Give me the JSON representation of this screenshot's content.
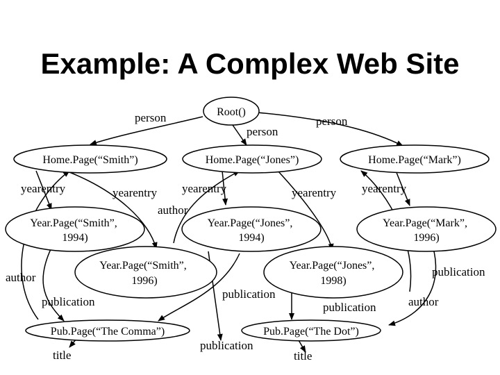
{
  "title": "Example: A Complex Web Site",
  "nodes": {
    "root": [
      "Root()"
    ],
    "home_smith": [
      "Home.Page(“Smith”)"
    ],
    "home_jones": [
      "Home.Page(“Jones”)"
    ],
    "home_mark": [
      "Home.Page(“Mark”)"
    ],
    "year_smith_1994": [
      "Year.Page(“Smith”,",
      "1994)"
    ],
    "year_jones_1994": [
      "Year.Page(“Jones”,",
      "1994)"
    ],
    "year_mark_1996": [
      "Year.Page(“Mark”,",
      "1996)"
    ],
    "year_smith_1996": [
      "Year.Page(“Smith”,",
      "1996)"
    ],
    "year_jones_1998": [
      "Year.Page(“Jones”,",
      "1998)"
    ],
    "pub_comma": [
      "Pub.Page(“The Comma”)"
    ],
    "pub_dot": [
      "Pub.Page(“The Dot”)"
    ]
  },
  "edge_labels": {
    "person_smith": "person",
    "person_jones": "person",
    "person_mark": "person",
    "yearentry_smith_1994": "yearentry",
    "yearentry_smith_1996": "yearentry",
    "yearentry_jones_1994": "yearentry",
    "yearentry_jones_1998": "yearentry",
    "yearentry_mark_1996": "yearentry",
    "author_jones": "author",
    "author_smith": "author",
    "publication_smith": "publication",
    "publication_jones_1994": "publication",
    "publication_jones_1998": "publication",
    "publication_mark": "publication",
    "author_mark": "author",
    "publication_jones_dot": "publication",
    "title_comma": "title",
    "title_dot": "title"
  }
}
